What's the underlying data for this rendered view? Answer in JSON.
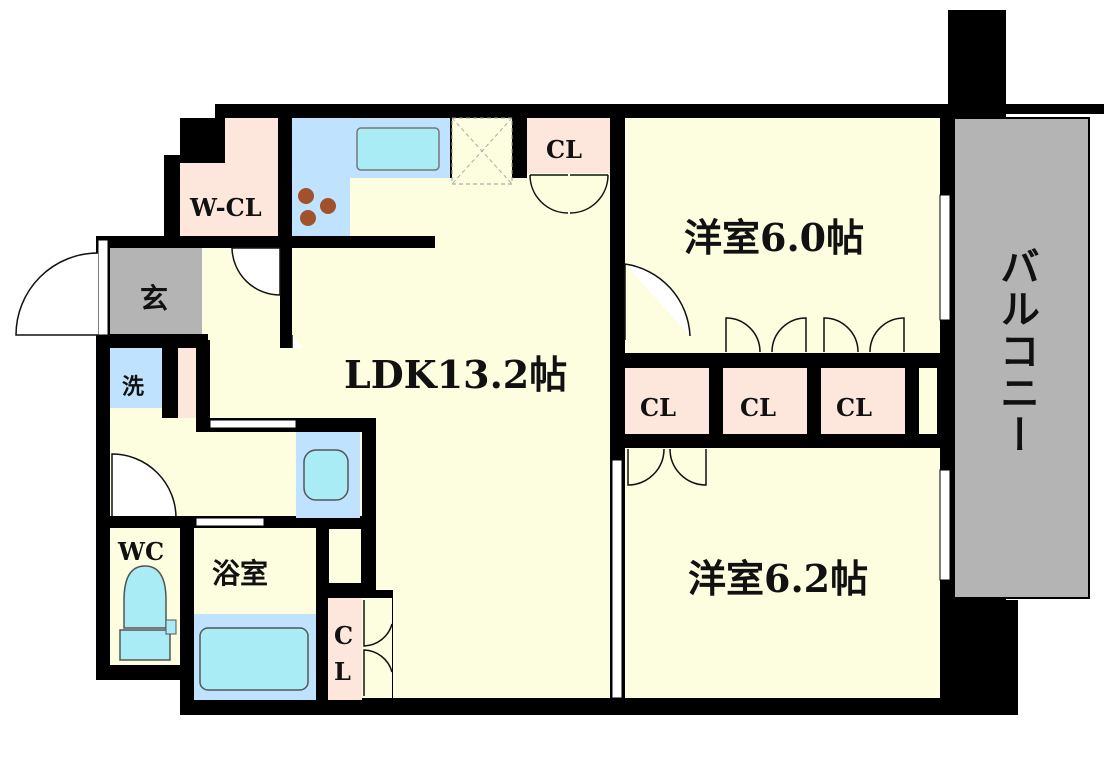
{
  "rooms": {
    "ldk": "LDK13.2帖",
    "western1": "洋室6.0帖",
    "western2": "洋室6.2帖",
    "balcony": "バルコニー",
    "entrance": "玄",
    "washroom": "洗",
    "toilet": "WC",
    "bathroom": "浴室",
    "walk_in_closet": "W-CL",
    "closet_label": "CL",
    "closet_vertical_1": "C",
    "closet_vertical_2": "L"
  },
  "colors": {
    "wall": "#000000",
    "living_floor": "#fdfde0",
    "closet": "#fde6dc",
    "wet_area": "#bfe3ff",
    "fixture": "#a9ecf6",
    "entrance": "#b4b4b4",
    "balcony": "#b4b4b4",
    "stove": "#a0522d"
  }
}
